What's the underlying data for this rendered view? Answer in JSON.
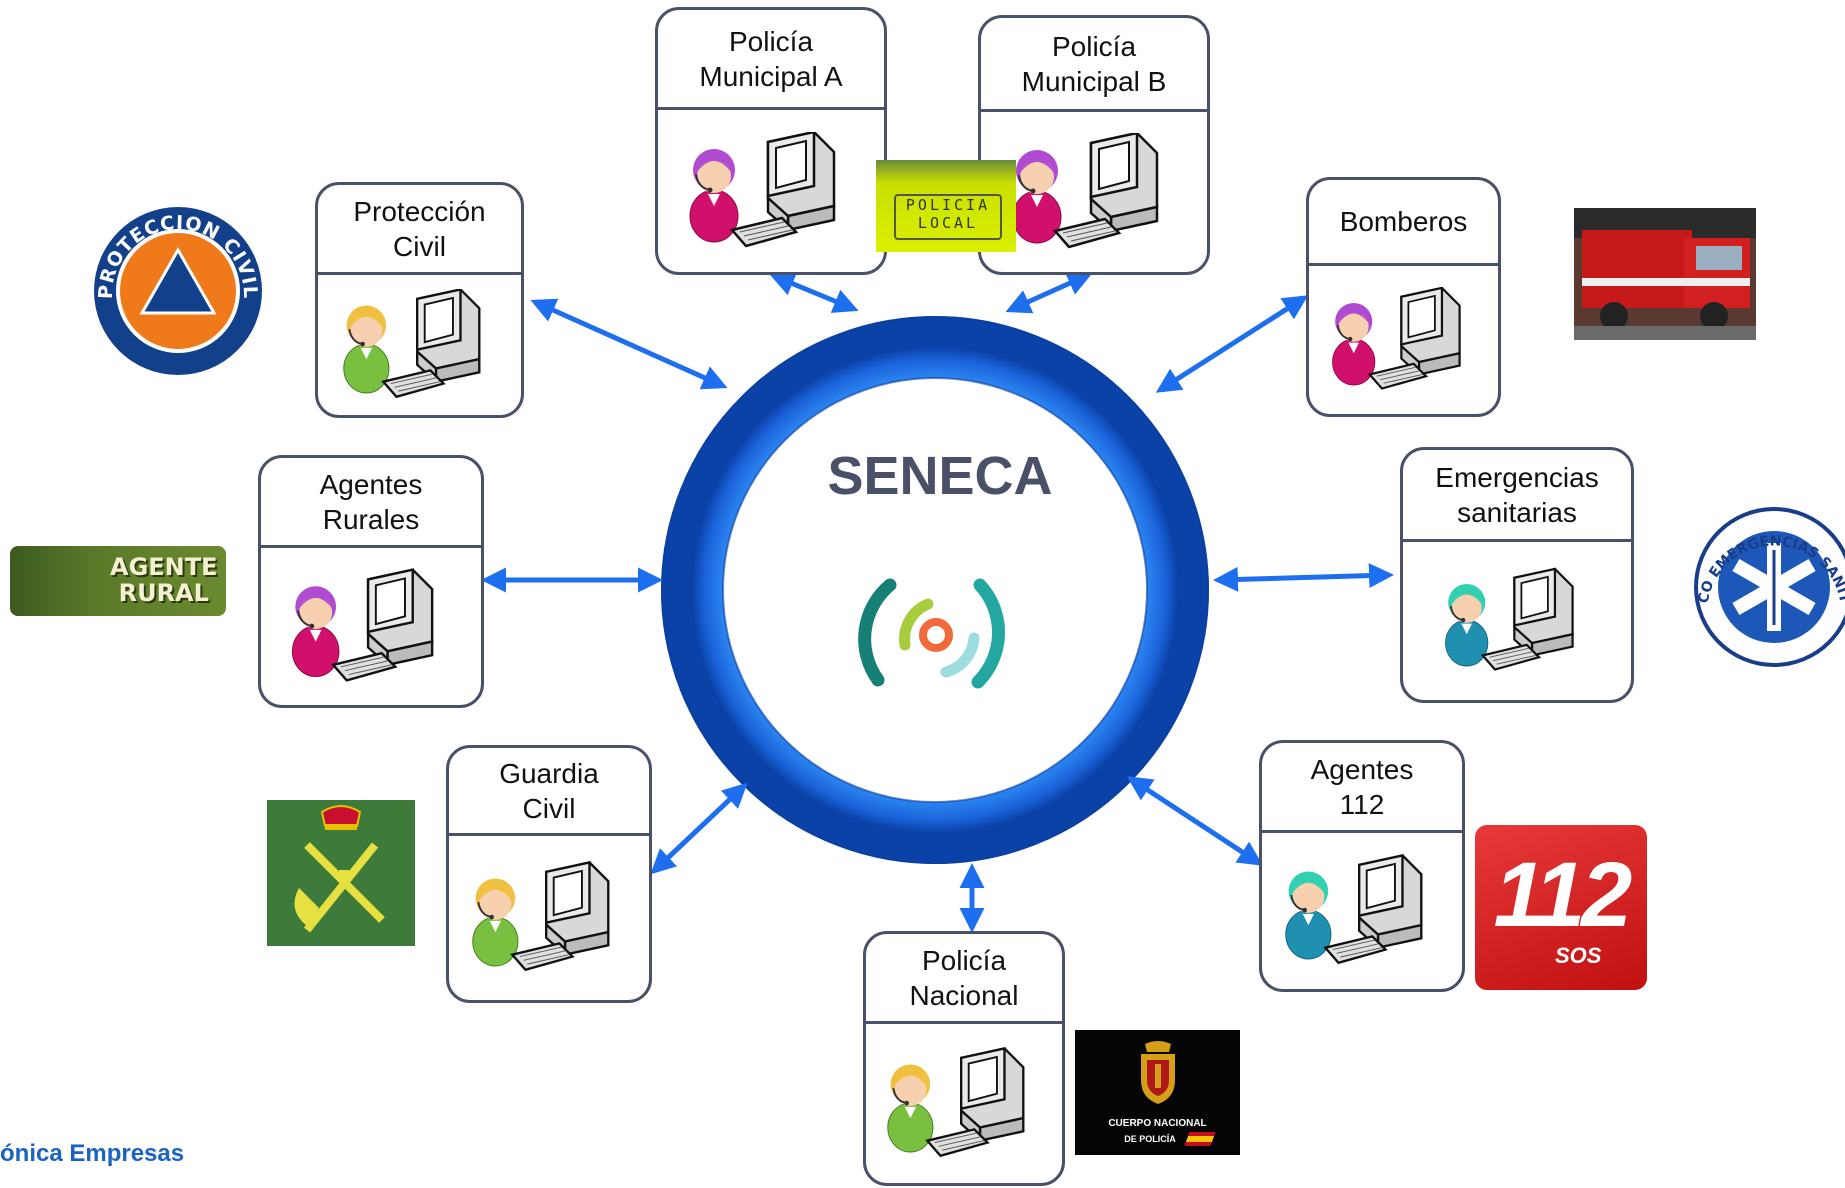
{
  "center": {
    "title": "SENECA",
    "logo": "seneca-signal-icon"
  },
  "nodes": [
    {
      "id": "policia-municipal-a",
      "label": "Policía\nMunicipal A",
      "operator": "magenta"
    },
    {
      "id": "policia-municipal-b",
      "label": "Policía\nMunicipal B",
      "operator": "magenta"
    },
    {
      "id": "proteccion-civil",
      "label": "Protección\nCivil",
      "operator": "green"
    },
    {
      "id": "bomberos",
      "label": "Bomberos",
      "operator": "magenta"
    },
    {
      "id": "agentes-rurales",
      "label": "Agentes\nRurales",
      "operator": "magenta"
    },
    {
      "id": "emergencias-sanitarias",
      "label": "Emergencias\nsanitarias",
      "operator": "teal"
    },
    {
      "id": "guardia-civil",
      "label": "Guardia\nCivil",
      "operator": "green"
    },
    {
      "id": "agentes-112",
      "label": "Agentes\n112",
      "operator": "teal"
    },
    {
      "id": "policia-nacional",
      "label": "Policía\nNacional",
      "operator": "green"
    }
  ],
  "logos": {
    "policia_local": {
      "line1": "POLICIA",
      "line2": "LOCAL"
    },
    "proteccion_civil": {
      "text": "PROTECCION CIVIL"
    },
    "agente_rural": {
      "line1": "AGENTE",
      "line2": "RURAL"
    },
    "emergencias": {
      "text": "TECNICO EMERGENCIAS SANITARIAS"
    },
    "n112": {
      "number": "112",
      "sub": "SOS"
    },
    "cnp": {
      "line1": "CUERPO NACIONAL",
      "line2": "DE POLICÍA"
    }
  },
  "footer": {
    "text": "ónica Empresas"
  },
  "colors": {
    "ring": "#1a6fe0",
    "arrow": "#1e6ff0",
    "border": "#4a5068",
    "footer": "#1a62c4"
  }
}
